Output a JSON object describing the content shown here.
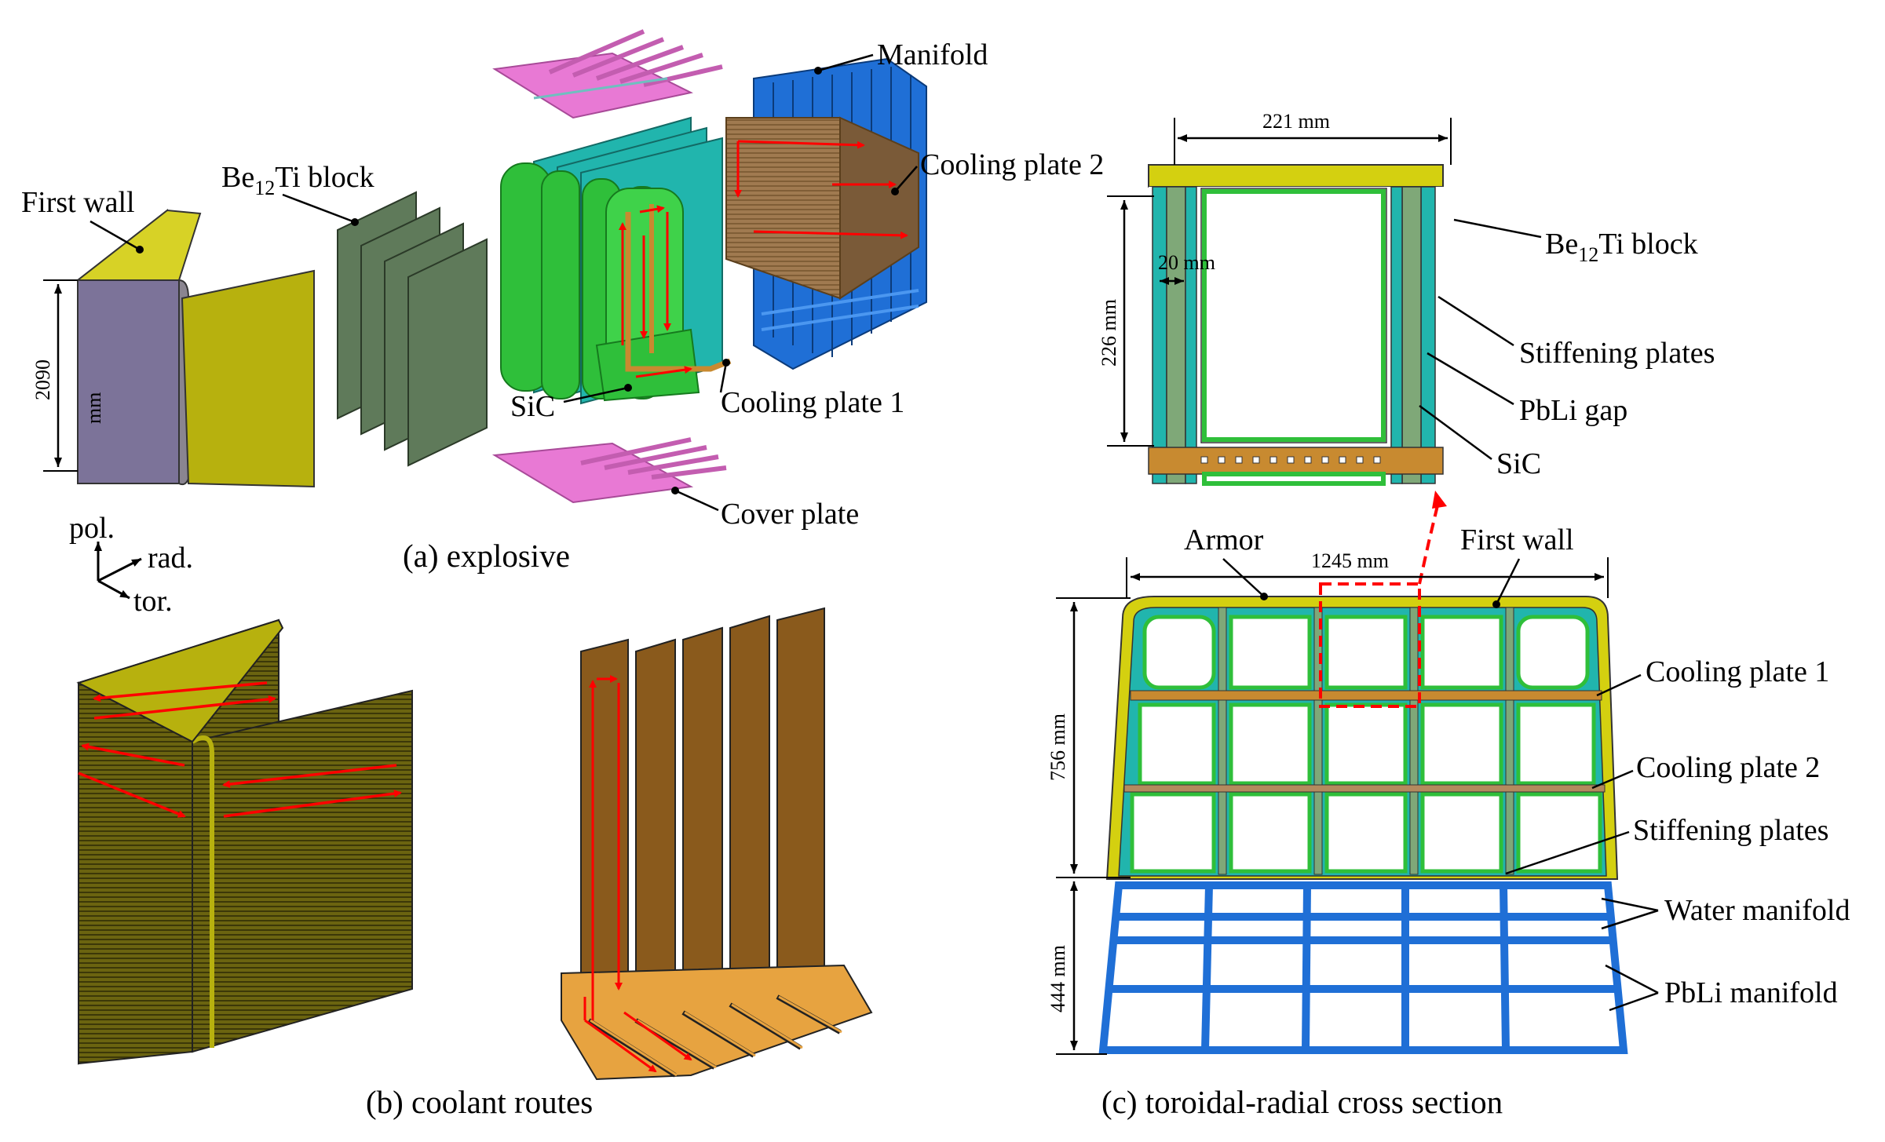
{
  "panel_a": {
    "caption": "(a) explosive",
    "labels": {
      "first_wall": "First wall",
      "be12ti_block": {
        "main": "Be",
        "sub": "12",
        "rest": "Ti block"
      },
      "manifold": "Manifold",
      "cooling_plate_2": "Cooling plate 2",
      "cooling_plate_1": "Cooling plate 1",
      "sic": "SiC",
      "cover_plate": "Cover plate"
    },
    "height_value": "2090",
    "height_unit": "mm",
    "axes": {
      "pol": "pol.",
      "rad": "rad.",
      "tor": "tor."
    }
  },
  "panel_b": {
    "caption": "(b) coolant routes"
  },
  "panel_c": {
    "caption": "(c) toroidal-radial cross section",
    "detail": {
      "dim_width": "221 mm",
      "dim_height": "226 mm",
      "dim_thickness": "20 mm",
      "be12ti_block": {
        "main": "Be",
        "sub": "12",
        "rest": "Ti block"
      },
      "stiffening_plates": "Stiffening plates",
      "pbli_gap": "PbLi gap",
      "sic": "SiC"
    },
    "section": {
      "armor": "Armor",
      "first_wall": "First wall",
      "dim_width": "1245 mm",
      "dim_height_upper": "756 mm",
      "dim_height_lower": "444 mm",
      "cooling_plate_1": "Cooling plate 1",
      "cooling_plate_2": "Cooling plate 2",
      "stiffening_plates": "Stiffening plates",
      "water_manifold": "Water manifold",
      "pbli_manifold": "PbLi manifold"
    }
  },
  "colors": {
    "first_wall": "#b7b10e",
    "first_wall_side": "#7c7399",
    "be12ti": "#5f7a5a",
    "sic": "#2fbf3a",
    "cooling_plate_teal": "#21b5ad",
    "cooling_plate_2": "#9b6f3f",
    "manifold_blue": "#1f6fd6",
    "cover_plate": "#e879d4",
    "coolant_arrow": "#ff0000",
    "copper": "#c88a30"
  }
}
